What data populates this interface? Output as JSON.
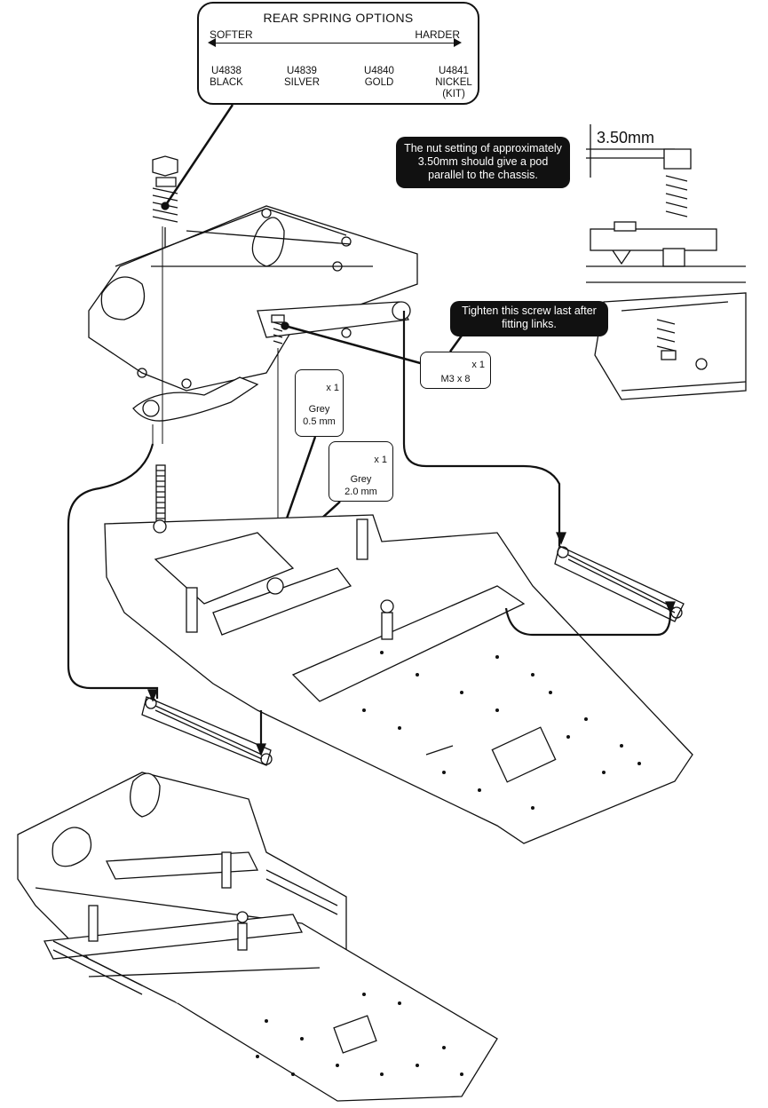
{
  "spring_options": {
    "title": "REAR SPRING OPTIONS",
    "softer": "SOFTER",
    "harder": "HARDER",
    "options": [
      {
        "code": "U4838",
        "color": "BLACK",
        "note": ""
      },
      {
        "code": "U4839",
        "color": "SILVER",
        "note": ""
      },
      {
        "code": "U4840",
        "color": "GOLD",
        "note": ""
      },
      {
        "code": "U4841",
        "color": "NICKEL",
        "note": "(KIT)"
      }
    ]
  },
  "nut_callout": {
    "line1": "The nut setting of approximately",
    "line2": "3.50mm should give a pod",
    "line3": "parallel to the chassis."
  },
  "dimension": "3.50mm",
  "screw_callout": {
    "line1": "Tighten this screw last after",
    "line2": "fitting links."
  },
  "parts": {
    "screw": {
      "qty": "x 1",
      "name": "M3 x 8"
    },
    "washer_05": {
      "qty": "x 1",
      "color": "Grey",
      "size": "0.5 mm"
    },
    "washer_20": {
      "qty": "x 1",
      "color": "Grey",
      "size": "2.0 mm"
    }
  }
}
